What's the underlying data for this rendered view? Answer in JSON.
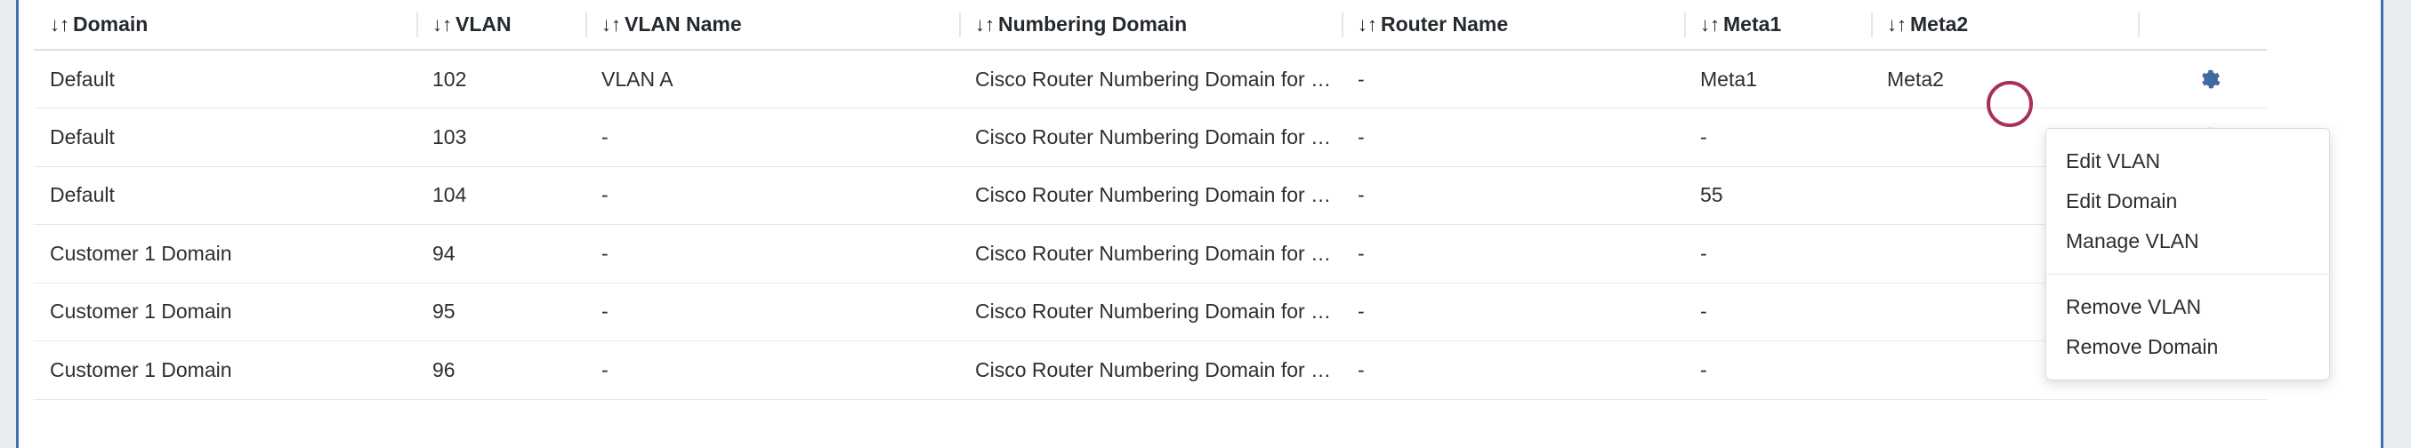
{
  "theme": {
    "page_background": "#e9ecef",
    "panel_background": "#ffffff",
    "panel_border": "#4272ac",
    "header_text": "#24292e",
    "body_text": "#2b2f33",
    "row_divider": "#e6e8ea",
    "gear_icon_color": "#41699f",
    "annotation_circle": "#a8305c"
  },
  "table": {
    "sort_icon": "↓↑",
    "columns": [
      {
        "key": "domain",
        "label": "Domain"
      },
      {
        "key": "vlan",
        "label": "VLAN"
      },
      {
        "key": "vlan_name",
        "label": "VLAN Name"
      },
      {
        "key": "numbering_domain",
        "label": "Numbering Domain"
      },
      {
        "key": "router_name",
        "label": "Router Name"
      },
      {
        "key": "meta1",
        "label": "Meta1"
      },
      {
        "key": "meta2",
        "label": "Meta2"
      },
      {
        "key": "actions",
        "label": ""
      }
    ],
    "rows": [
      {
        "domain": "Default",
        "vlan": "102",
        "vlan_name": "VLAN A",
        "numbering_domain": "Cisco Router Numbering Domain for …",
        "router_name": "-",
        "meta1": "Meta1",
        "meta2": "Meta2",
        "action_icon": "gear-icon"
      },
      {
        "domain": "Default",
        "vlan": "103",
        "vlan_name": "-",
        "numbering_domain": "Cisco Router Numbering Domain for …",
        "router_name": "-",
        "meta1": "-",
        "meta2": "",
        "action_icon": "gear-icon"
      },
      {
        "domain": "Default",
        "vlan": "104",
        "vlan_name": "-",
        "numbering_domain": "Cisco Router Numbering Domain for …",
        "router_name": "-",
        "meta1": "55",
        "meta2": "",
        "action_icon": "gear-icon"
      },
      {
        "domain": "Customer 1 Domain",
        "vlan": "94",
        "vlan_name": "-",
        "numbering_domain": "Cisco Router Numbering Domain for …",
        "router_name": "-",
        "meta1": "-",
        "meta2": "",
        "action_icon": "gear-icon"
      },
      {
        "domain": "Customer 1 Domain",
        "vlan": "95",
        "vlan_name": "-",
        "numbering_domain": "Cisco Router Numbering Domain for …",
        "router_name": "-",
        "meta1": "-",
        "meta2": "",
        "action_icon": "gear-icon"
      },
      {
        "domain": "Customer 1 Domain",
        "vlan": "96",
        "vlan_name": "-",
        "numbering_domain": "Cisco Router Numbering Domain for …",
        "router_name": "-",
        "meta1": "-",
        "meta2": "",
        "action_icon": "gear-icon"
      }
    ]
  },
  "action_menu": {
    "open": true,
    "groups": [
      {
        "items": [
          {
            "label": "Edit VLAN"
          },
          {
            "label": "Edit Domain"
          },
          {
            "label": "Manage VLAN"
          }
        ]
      },
      {
        "items": [
          {
            "label": "Remove VLAN"
          },
          {
            "label": "Remove Domain"
          }
        ]
      }
    ]
  },
  "annotation": {
    "shape": "circle",
    "color": "#a8305c"
  }
}
